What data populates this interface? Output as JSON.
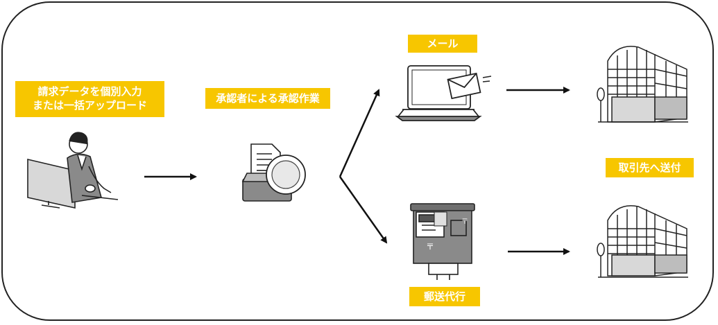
{
  "labels": {
    "input_line1": "請求データを個別入力",
    "input_line2": "または一括アップロード",
    "approval": "承認者による承認作業",
    "mail": "メール",
    "postal": "郵送代行",
    "send": "取引先へ送付"
  },
  "colors": {
    "tag_bg": "#f7c600",
    "tag_text": "#ffffff",
    "line": "#111111",
    "gray": "#8a8a8a",
    "light_gray": "#d8d8d8"
  }
}
